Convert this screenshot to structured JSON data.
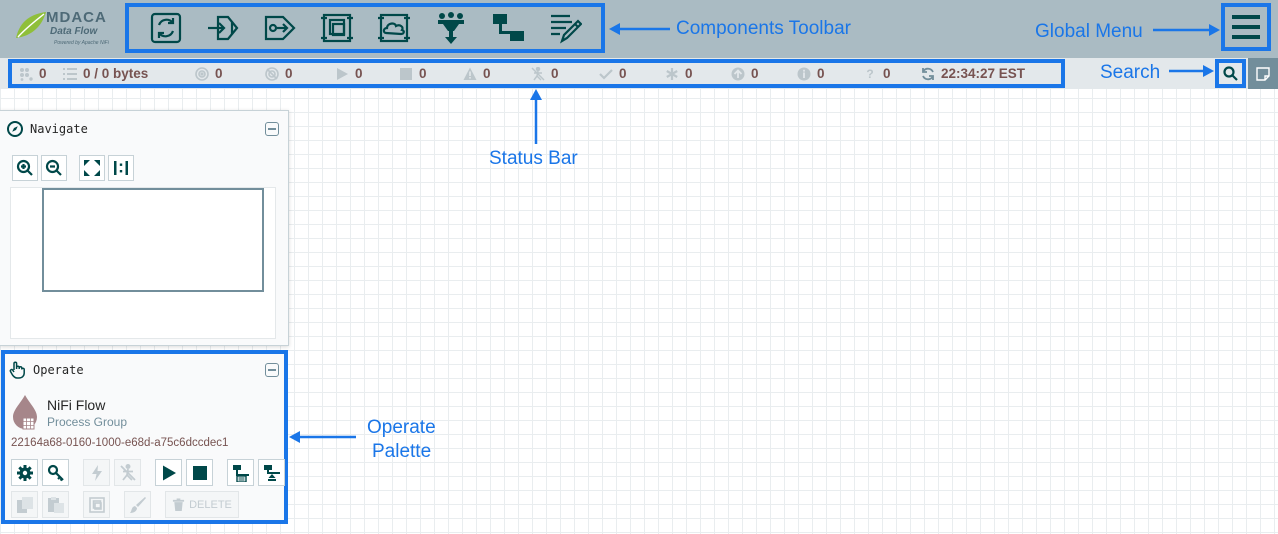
{
  "logo": {
    "brand": "MDACA",
    "subtitle": "Data Flow",
    "tagline": "Powered by Apache NiFi"
  },
  "toolbar": {
    "items": [
      {
        "name": "processor",
        "icon": "processor-icon"
      },
      {
        "name": "input-port",
        "icon": "input-port-icon"
      },
      {
        "name": "output-port",
        "icon": "output-port-icon"
      },
      {
        "name": "process-group",
        "icon": "process-group-icon"
      },
      {
        "name": "remote-process-group",
        "icon": "remote-process-group-icon"
      },
      {
        "name": "funnel",
        "icon": "funnel-icon"
      },
      {
        "name": "template",
        "icon": "template-icon"
      },
      {
        "name": "label",
        "icon": "label-icon"
      }
    ]
  },
  "status": {
    "active_threads": "0",
    "queued": "0 / 0 bytes",
    "transmitting": "0",
    "not_transmitting": "0",
    "running": "0",
    "stopped": "0",
    "invalid": "0",
    "disabled": "0",
    "up_to_date": "0",
    "locally_modified": "0",
    "stale": "0",
    "locally_modified_stale": "0",
    "sync_failure": "0",
    "last_refreshed": "22:34:27 EST"
  },
  "annotations": {
    "components_toolbar": "Components Toolbar",
    "global_menu": "Global Menu",
    "search": "Search",
    "status_bar": "Status Bar",
    "operate_palette_line1": "Operate",
    "operate_palette_line2": "Palette"
  },
  "navigate": {
    "title": "Navigate"
  },
  "operate": {
    "title": "Operate",
    "component_name": "NiFi Flow",
    "component_type": "Process Group",
    "component_id": "22164a68-0160-1000-e68d-a75c6dccdec1",
    "delete_label": "DELETE"
  },
  "colors": {
    "accent": "#1a76e8",
    "header_bg": "#aabbc3",
    "icon_dark": "#004849",
    "status_text": "#775351"
  }
}
